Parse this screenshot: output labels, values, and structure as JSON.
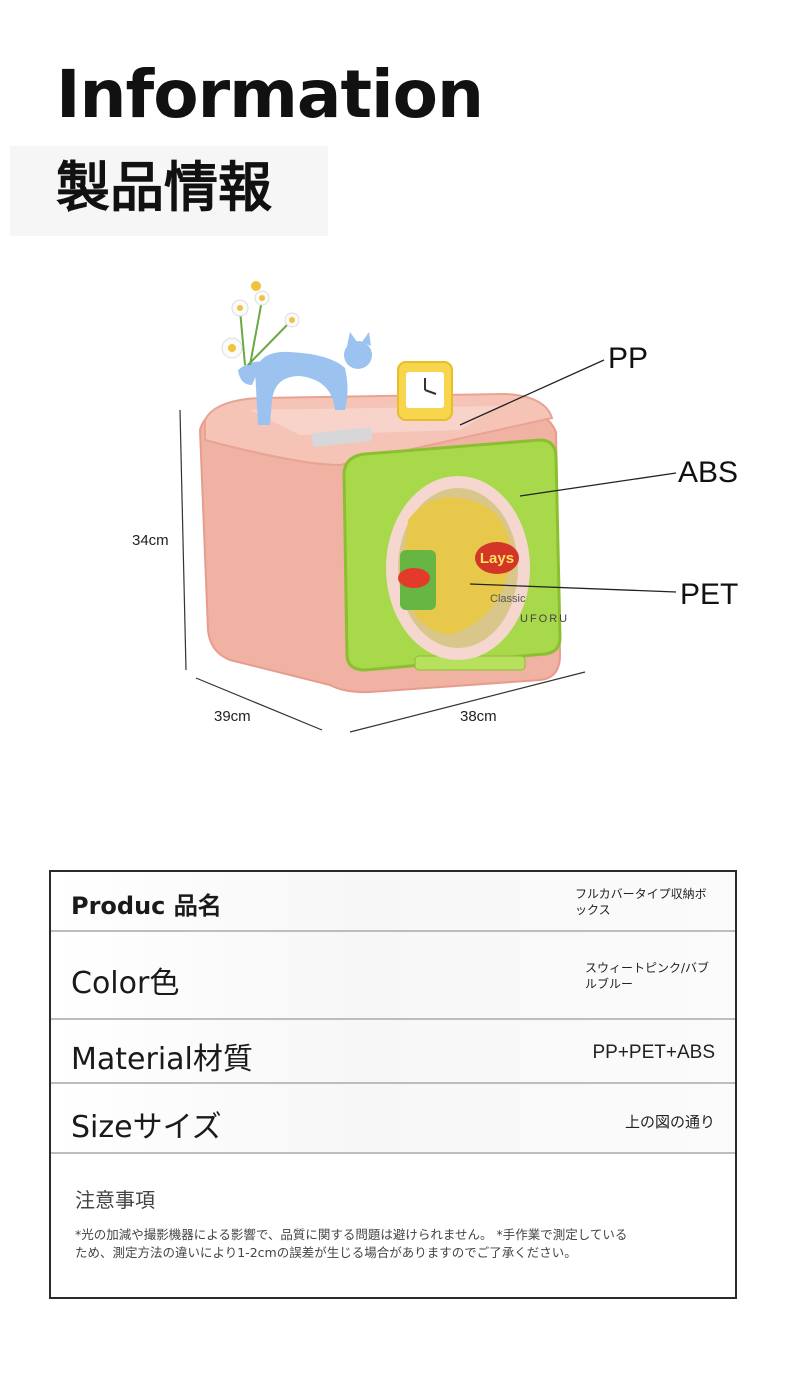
{
  "header": {
    "title_en": "Information",
    "title_jp": "製品情報"
  },
  "figure": {
    "dimensions": {
      "height": "34cm",
      "depth": "39cm",
      "width": "38cm"
    },
    "materials": {
      "top": "PP",
      "front_frame": "ABS",
      "window": "PET"
    },
    "product_print": {
      "brand": "UFORU",
      "snack_brand": "Lays",
      "snack_flavor": "Classic"
    }
  },
  "spec_table": {
    "rows": [
      {
        "key": "Produc 品名",
        "value": "フルカバータイプ収納ボックス"
      },
      {
        "key": "Color色",
        "value": "スウィートピンク/バブルブルー"
      },
      {
        "key": "Material材質",
        "value": "PP+PET+ABS"
      },
      {
        "key": "Sizeサイズ",
        "value": "上の図の通り"
      }
    ],
    "notes": {
      "title": "注意事項",
      "text": "*光の加減や撮影機器による影響で、品質に関する問題は避けられません。 *手作業で測定しているため、測定方法の違いにより1-2cmの誤差が生じる場合がありますのでご了承ください。"
    }
  },
  "colors": {
    "box_pink": "#f0b2a3",
    "front_green": "#a8d94a",
    "cat_blue": "#9cc3ef",
    "clock_yellow": "#f7d64e"
  }
}
